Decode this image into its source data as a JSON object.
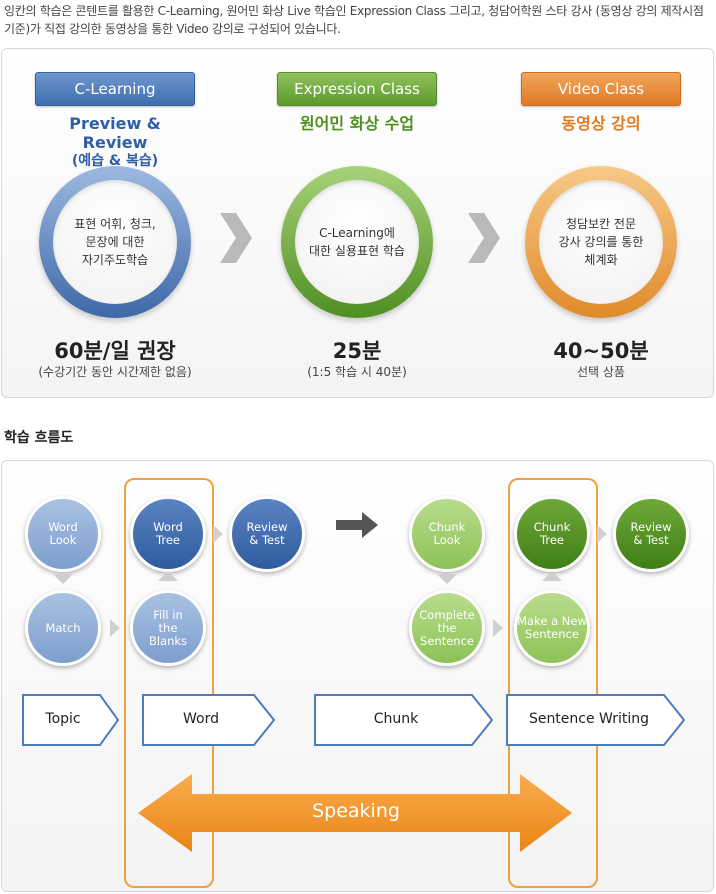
{
  "intro": "잉칸의 학습은 콘텐트를 활용한 C-Learning, 원어민 화상 Live 학습인 Expression Class 그리고, 청담어학원 스타 강사 (동영상 강의 제작시점 기준)가 직접 강의한 동영상을 통한 Video 강의로 구성되어 있습니다.",
  "columns": [
    {
      "tag": "C-Learning",
      "sub1": "Preview & Review",
      "sub2": "(예습 & 복습)",
      "circle": [
        "표현 어휘, 청크,",
        "문장에 대한",
        "자기주도학습"
      ],
      "time": "60분/일 권장",
      "note": "(수강기간 동안 시간제한 없음)",
      "color": "#2f5ea5"
    },
    {
      "tag": "Expression Class",
      "sub1": "원어민 화상 수업",
      "sub2": "",
      "circle": [
        "C-Learning에",
        "대한 실용표현 학습"
      ],
      "time": "25분",
      "note": "(1:5 학습 시 40분)",
      "color": "#4e8f1f"
    },
    {
      "tag": "Video Class",
      "sub1": "동영상 강의",
      "sub2": "",
      "circle": [
        "청담보칸 전문",
        "강사 강의를 통한",
        "체계화"
      ],
      "time": "40~50분",
      "note": "선택 상품",
      "color": "#de7a25"
    }
  ],
  "section_title": "학습 흐름도",
  "flow": {
    "word_look": "Word\nLook",
    "match": "Match",
    "word_tree": "Word\nTree",
    "fill_blanks": "Fill in\nthe\nBlanks",
    "review_test_1": "Review\n& Test",
    "chunk_look": "Chunk\nLook",
    "complete_sentence": "Complete\nthe\nSentence",
    "chunk_tree": "Chunk\nTree",
    "make_sentence": "Make a New\nSentence",
    "review_test_2": "Review\n& Test",
    "stages": [
      "Topic",
      "Word",
      "Chunk",
      "Sentence Writing"
    ],
    "speaking": "Speaking"
  }
}
